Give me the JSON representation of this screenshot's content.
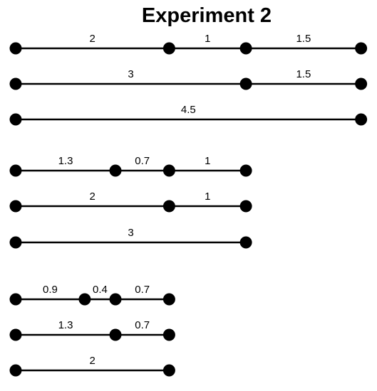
{
  "title": "Experiment 2",
  "colors": {
    "line": "#000000",
    "node": "#000000",
    "background": "#ffffff"
  },
  "groups": [
    {
      "rows": [
        {
          "segments": [
            "2",
            "1",
            "1.5"
          ]
        },
        {
          "segments": [
            "3",
            "1.5"
          ]
        },
        {
          "segments": [
            "4.5"
          ]
        }
      ]
    },
    {
      "rows": [
        {
          "segments": [
            "1.3",
            "0.7",
            "1"
          ]
        },
        {
          "segments": [
            "2",
            "1"
          ]
        },
        {
          "segments": [
            "3"
          ]
        }
      ]
    },
    {
      "rows": [
        {
          "segments": [
            "0.9",
            "0.4",
            "0.7"
          ]
        },
        {
          "segments": [
            "1.3",
            "0.7"
          ]
        },
        {
          "segments": [
            "2"
          ]
        }
      ]
    }
  ]
}
